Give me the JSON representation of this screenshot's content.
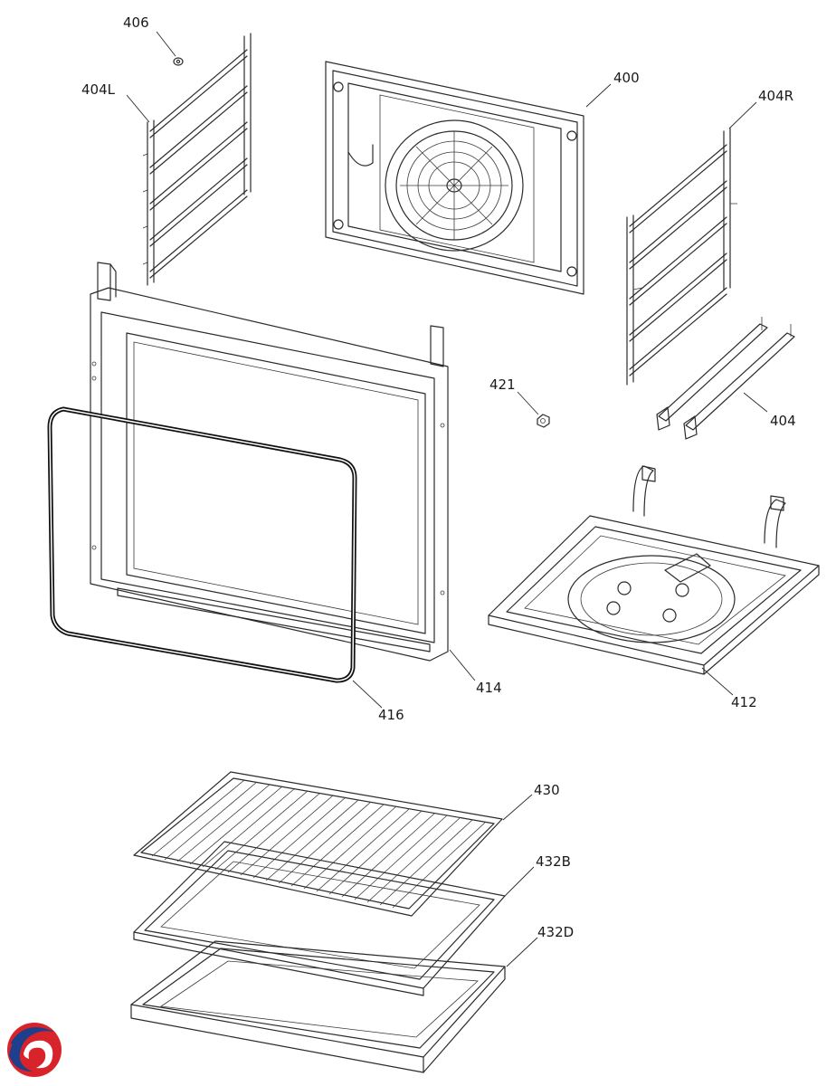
{
  "diagram": {
    "labels": {
      "p406": "406",
      "p404L": "404L",
      "p400": "400",
      "p404R": "404R",
      "p421": "421",
      "p404": "404",
      "p414": "414",
      "p416": "416",
      "p412": "412",
      "p430": "430",
      "p432B": "432B",
      "p432D": "432D"
    },
    "colors": {
      "line": "#2b2b2b",
      "gasket": "#111111",
      "logo_red": "#d8232a",
      "logo_blue": "#1d3f8c"
    },
    "logo_icon": "swirl-logo-icon"
  }
}
